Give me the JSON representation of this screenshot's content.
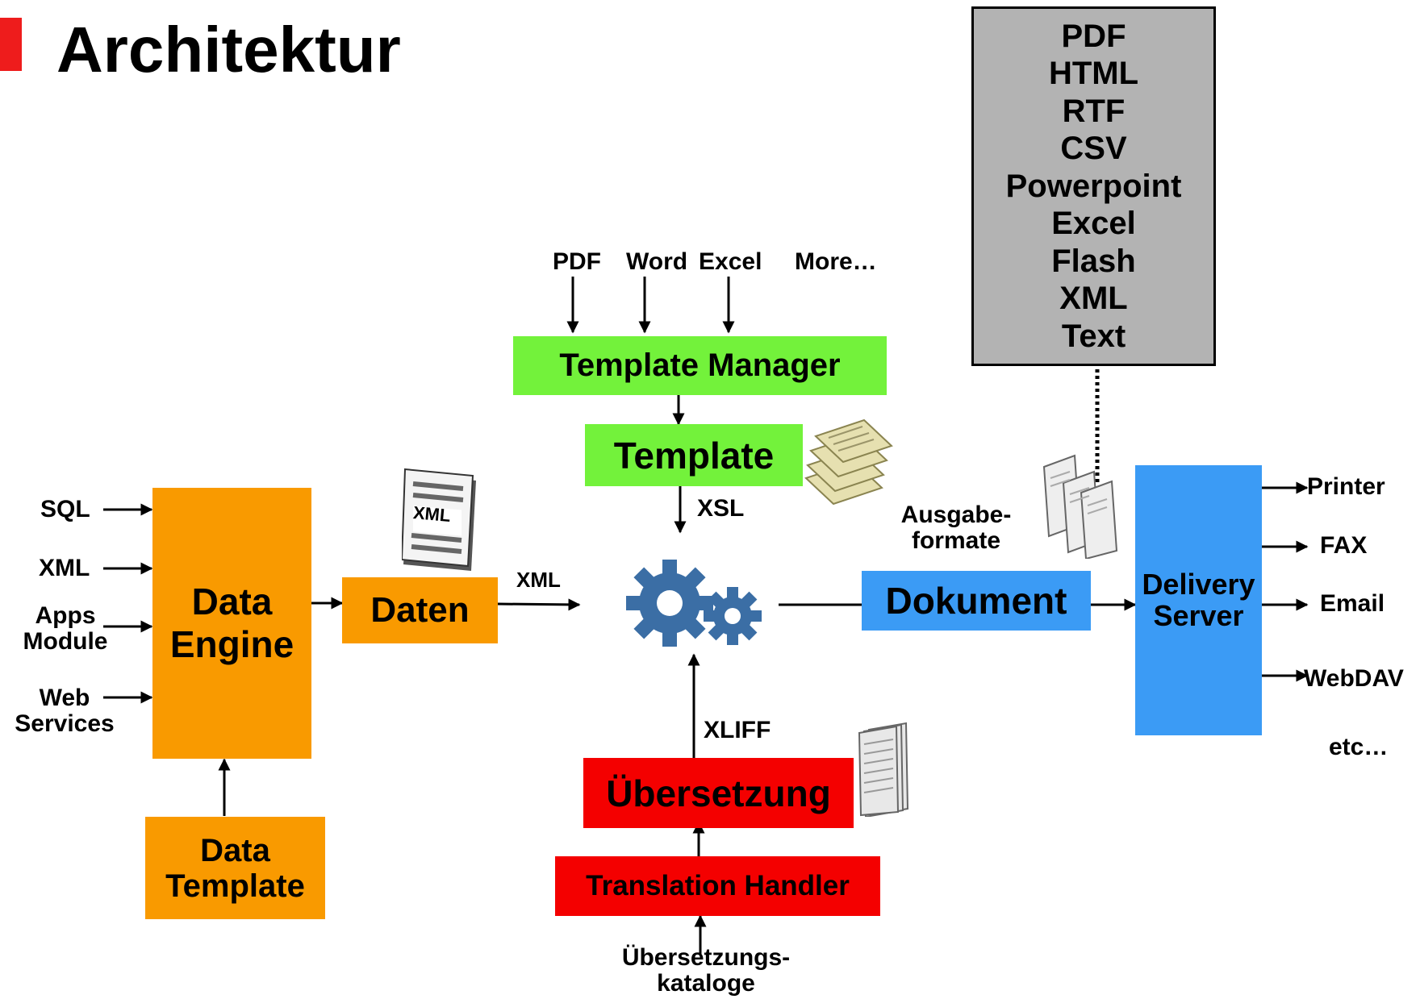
{
  "title": "Architektur",
  "inputs": [
    "SQL",
    "XML",
    "Apps\nModule",
    "Web\nServices"
  ],
  "boxes": {
    "data_engine": "Data\nEngine",
    "data_template": "Data\nTemplate",
    "daten": "Daten",
    "template_manager": "Template Manager",
    "template": "Template",
    "uebersetzung": "Übersetzung",
    "translation_handler": "Translation Handler",
    "dokument": "Dokument",
    "delivery_server": "Delivery\nServer"
  },
  "template_sources": [
    "PDF",
    "Word",
    "Excel",
    "More…"
  ],
  "flow_labels": {
    "xml": "XML",
    "xsl": "XSL",
    "xliff": "XLIFF",
    "catalogs": "Übersetzungs-\nkataloge",
    "output_formats": "Ausgabe-\nformate",
    "xml_doc_icon": "XML"
  },
  "formats": [
    "PDF",
    "HTML",
    "RTF",
    "CSV",
    "Powerpoint",
    "Excel",
    "Flash",
    "XML",
    "Text"
  ],
  "delivery_channels": [
    "Printer",
    "FAX",
    "Email",
    "WebDAV",
    "etc…"
  ],
  "colors": {
    "orange": "#f99a00",
    "green": "#73f23b",
    "red": "#f40000",
    "blue": "#3b9bf5",
    "gray": "#b3b3b3",
    "gear": "#3b6ea5",
    "title_bar": "#ee1c1c"
  }
}
